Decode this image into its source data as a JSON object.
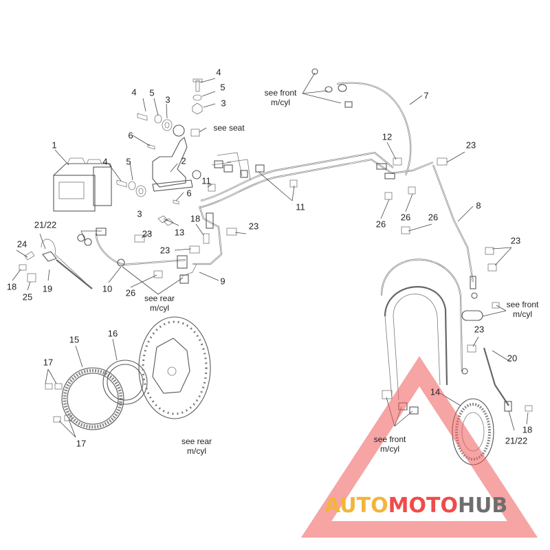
{
  "diagram": {
    "callouts": [
      {
        "id": "c1",
        "text": "1"
      },
      {
        "id": "c2",
        "text": "2"
      },
      {
        "id": "c3a",
        "text": "3"
      },
      {
        "id": "c3b",
        "text": "3"
      },
      {
        "id": "c3c",
        "text": "3"
      },
      {
        "id": "c4a",
        "text": "4"
      },
      {
        "id": "c4b",
        "text": "4"
      },
      {
        "id": "c4c",
        "text": "4"
      },
      {
        "id": "c5a",
        "text": "5"
      },
      {
        "id": "c5b",
        "text": "5"
      },
      {
        "id": "c5c",
        "text": "5"
      },
      {
        "id": "c6a",
        "text": "6"
      },
      {
        "id": "c6b",
        "text": "6"
      },
      {
        "id": "c7",
        "text": "7"
      },
      {
        "id": "c8",
        "text": "8"
      },
      {
        "id": "c9",
        "text": "9"
      },
      {
        "id": "c10",
        "text": "10"
      },
      {
        "id": "c11a",
        "text": "11"
      },
      {
        "id": "c11b",
        "text": "11"
      },
      {
        "id": "c12",
        "text": "12"
      },
      {
        "id": "c13",
        "text": "13"
      },
      {
        "id": "c14",
        "text": "14"
      },
      {
        "id": "c15",
        "text": "15"
      },
      {
        "id": "c16",
        "text": "16"
      },
      {
        "id": "c17a",
        "text": "17"
      },
      {
        "id": "c17b",
        "text": "17"
      },
      {
        "id": "c18a",
        "text": "18"
      },
      {
        "id": "c18b",
        "text": "18"
      },
      {
        "id": "c18c",
        "text": "18"
      },
      {
        "id": "c19",
        "text": "19"
      },
      {
        "id": "c20",
        "text": "20"
      },
      {
        "id": "c2122a",
        "text": "21/22"
      },
      {
        "id": "c2122b",
        "text": "21/22"
      },
      {
        "id": "c23a",
        "text": "23"
      },
      {
        "id": "c23b",
        "text": "23"
      },
      {
        "id": "c23c",
        "text": "23"
      },
      {
        "id": "c23d",
        "text": "23"
      },
      {
        "id": "c23e",
        "text": "23"
      },
      {
        "id": "c23f",
        "text": "23"
      },
      {
        "id": "c24",
        "text": "24"
      },
      {
        "id": "c25",
        "text": "25"
      },
      {
        "id": "c26a",
        "text": "26"
      },
      {
        "id": "c26b",
        "text": "26"
      },
      {
        "id": "c26c",
        "text": "26"
      },
      {
        "id": "c26d",
        "text": "26"
      }
    ],
    "notes": {
      "see_front_top": [
        "see front",
        "m/cyl"
      ],
      "see_seat": [
        "see seat"
      ],
      "see_rear_mid": [
        "see rear",
        "m/cyl"
      ],
      "see_front_right": [
        "see front",
        "m/cyl"
      ],
      "see_rear_bottom": [
        "see rear",
        "m/cyl"
      ],
      "see_front_bottom": [
        "see front",
        "m/cyl"
      ]
    }
  },
  "watermark": {
    "part1": "AUTO",
    "part2": "MOTO",
    "part3": "HUB",
    "color_auto": "#f2b53b",
    "color_moto": "#ef4b4b",
    "color_hub": "#6e6e6e",
    "triangle_color": "#ef5a5a"
  }
}
